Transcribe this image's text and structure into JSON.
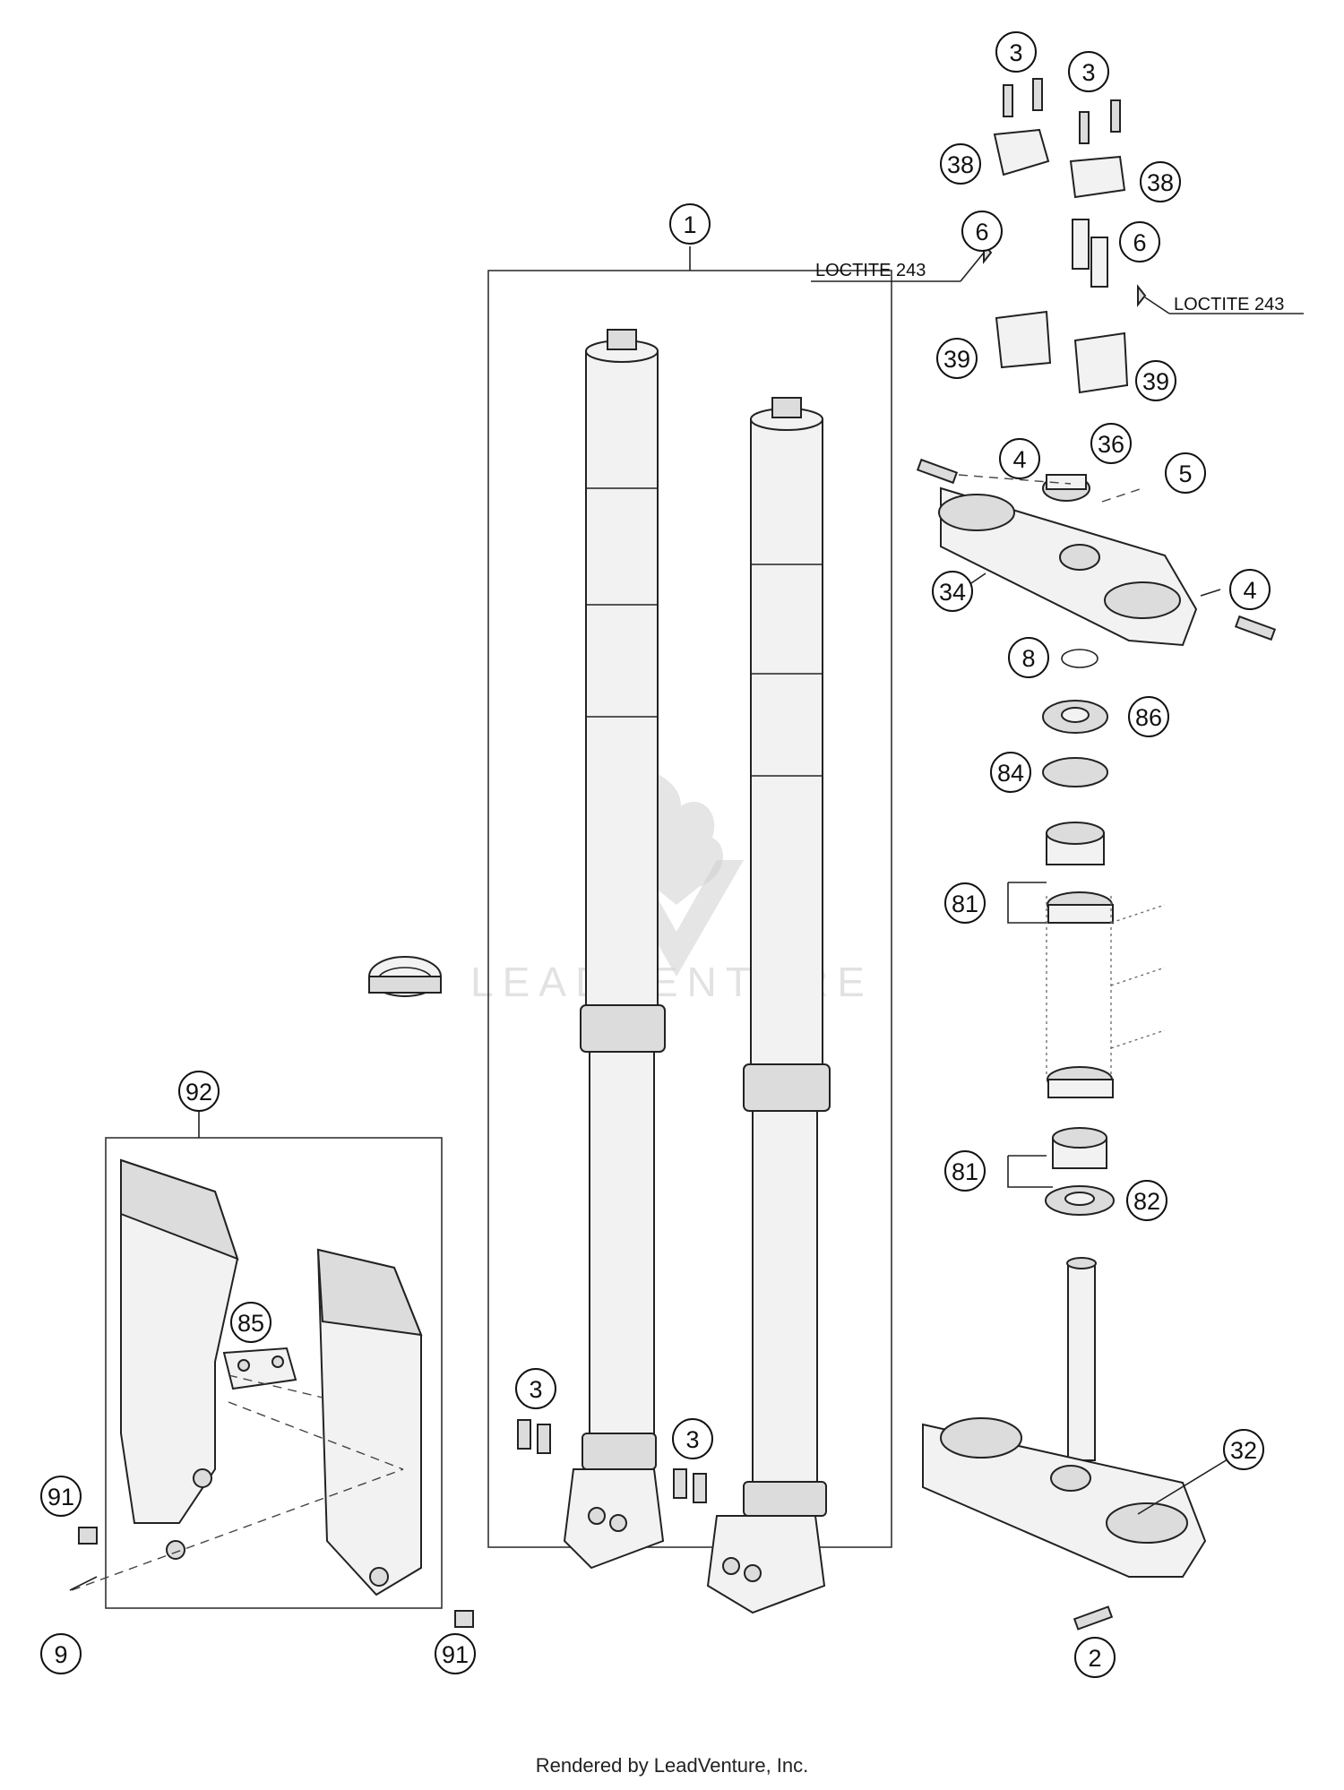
{
  "callouts": {
    "c1": "1",
    "c2": "2",
    "c3a": "3",
    "c3b": "3",
    "c3c": "3",
    "c3d": "3",
    "c4a": "4",
    "c4b": "4",
    "c5": "5",
    "c6a": "6",
    "c6b": "6",
    "c8": "8",
    "c9": "9",
    "c32": "32",
    "c34": "34",
    "c36": "36",
    "c38a": "38",
    "c38b": "38",
    "c39a": "39",
    "c39b": "39",
    "c81a": "81",
    "c81b": "81",
    "c82": "82",
    "c84": "84",
    "c85": "85",
    "c86": "86",
    "c91a": "91",
    "c91b": "91",
    "c92": "92"
  },
  "notes": {
    "loctite_left": "LOCTITE 243",
    "loctite_right": "LOCTITE 243"
  },
  "watermark": "LEADVENTURE",
  "footer": "Rendered by LeadVenture, Inc."
}
